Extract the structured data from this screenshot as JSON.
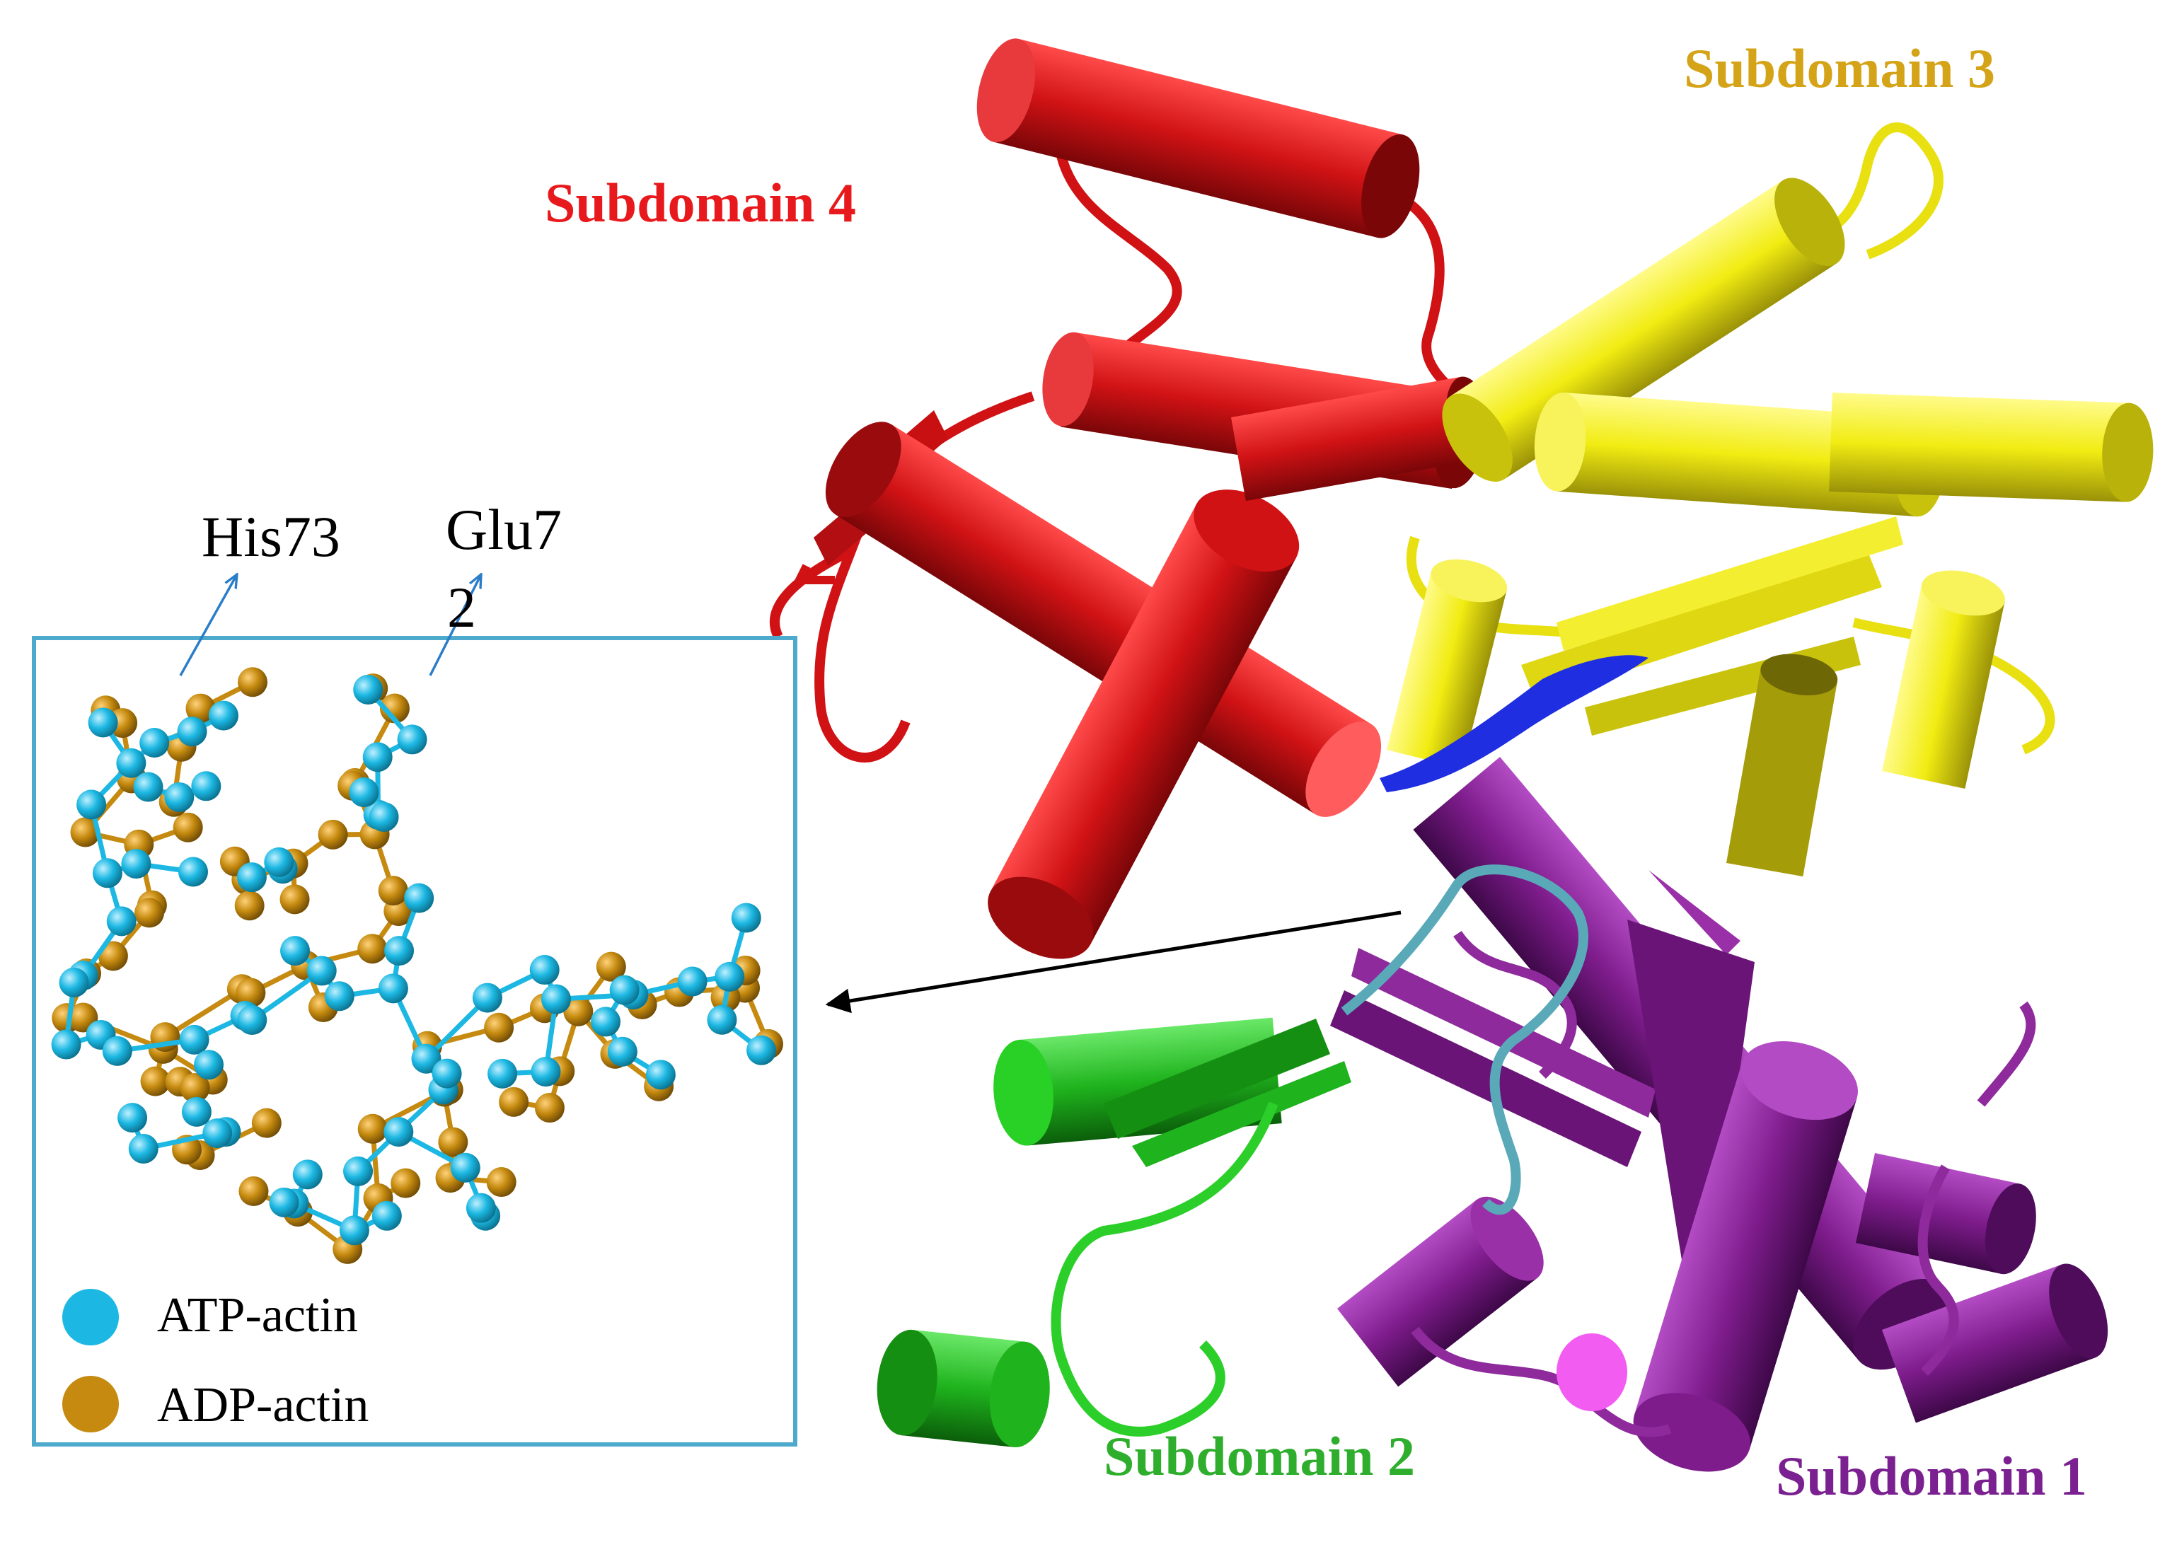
{
  "subdomains": [
    {
      "id": "sd4",
      "label": "Subdomain 4",
      "color": "#e8191c"
    },
    {
      "id": "sd3",
      "label": "Subdomain 3",
      "color": "#d4a317"
    },
    {
      "id": "sd2",
      "label": "Subdomain 2",
      "color": "#2fae2d"
    },
    {
      "id": "sd1",
      "label": "Subdomain 1",
      "color": "#7a2090"
    }
  ],
  "inset": {
    "residues": [
      {
        "label": "His73"
      },
      {
        "label": "Glu7",
        "wrap": "2"
      }
    ],
    "legend": [
      {
        "label": "ATP-actin",
        "color": "#1cb8e3"
      },
      {
        "label": "ADP-actin",
        "color": "#c58a0f"
      }
    ],
    "border_color": "#4eaacc"
  },
  "structure_colors": {
    "red": "#d01215",
    "dark_red": "#8e0a0c",
    "yellow": "#f1ec12",
    "dark_yellow": "#a59c0a",
    "purple": "#7e1c8c",
    "dark_purple": "#4e0c5a",
    "green": "#1fb31d",
    "dark_green": "#0d6e0c",
    "cyan": "#5aa9b8",
    "blue": "#1f2ee0",
    "pink": "#f35cf0"
  }
}
